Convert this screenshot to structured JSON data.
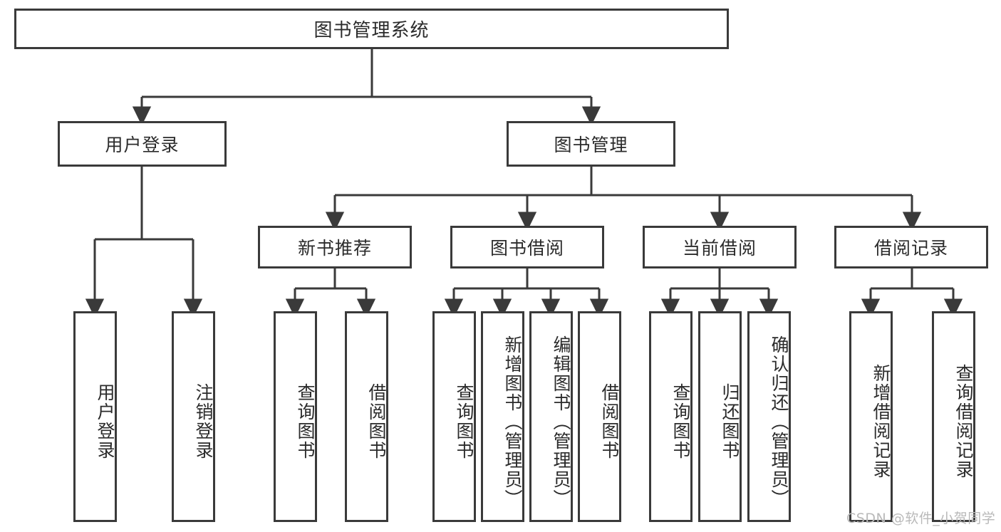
{
  "diagram": {
    "type": "tree-hierarchy",
    "root": {
      "label": "图书管理系统"
    },
    "level2": [
      {
        "label": "用户登录"
      },
      {
        "label": "图书管理"
      }
    ],
    "level3": [
      {
        "label": "新书推荐"
      },
      {
        "label": "图书借阅"
      },
      {
        "label": "当前借阅"
      },
      {
        "label": "借阅记录"
      }
    ],
    "leaves": [
      {
        "label": "用户登录"
      },
      {
        "label": "注销登录"
      },
      {
        "label": "查询图书"
      },
      {
        "label": "借阅图书"
      },
      {
        "label": "查询图书"
      },
      {
        "label": "新增图书（管理员）"
      },
      {
        "label": "编辑图书（管理员）"
      },
      {
        "label": "借阅图书"
      },
      {
        "label": "查询图书"
      },
      {
        "label": "归还图书"
      },
      {
        "label": "确认归还（管理员）"
      },
      {
        "label": "新增借阅记录"
      },
      {
        "label": "查询借阅记录"
      }
    ]
  },
  "watermark": {
    "text": "CSDN @软件_小贺同学"
  },
  "colors": {
    "border": "#3a3a3a",
    "text": "#2b2b2b",
    "background": "#ffffff",
    "watermark": "#b9b9b9"
  }
}
